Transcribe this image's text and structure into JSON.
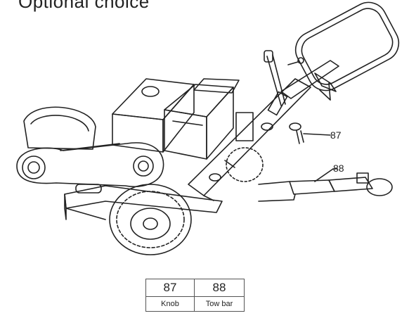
{
  "title": "Optional choice",
  "callouts": [
    {
      "number": "87",
      "part": "Knob"
    },
    {
      "number": "88",
      "part": "Tow bar"
    }
  ],
  "legend": {
    "numbers": [
      "87",
      "88"
    ],
    "names": [
      "Knob",
      "Tow bar"
    ]
  },
  "colors": {
    "line": "#222222",
    "background": "#ffffff"
  }
}
